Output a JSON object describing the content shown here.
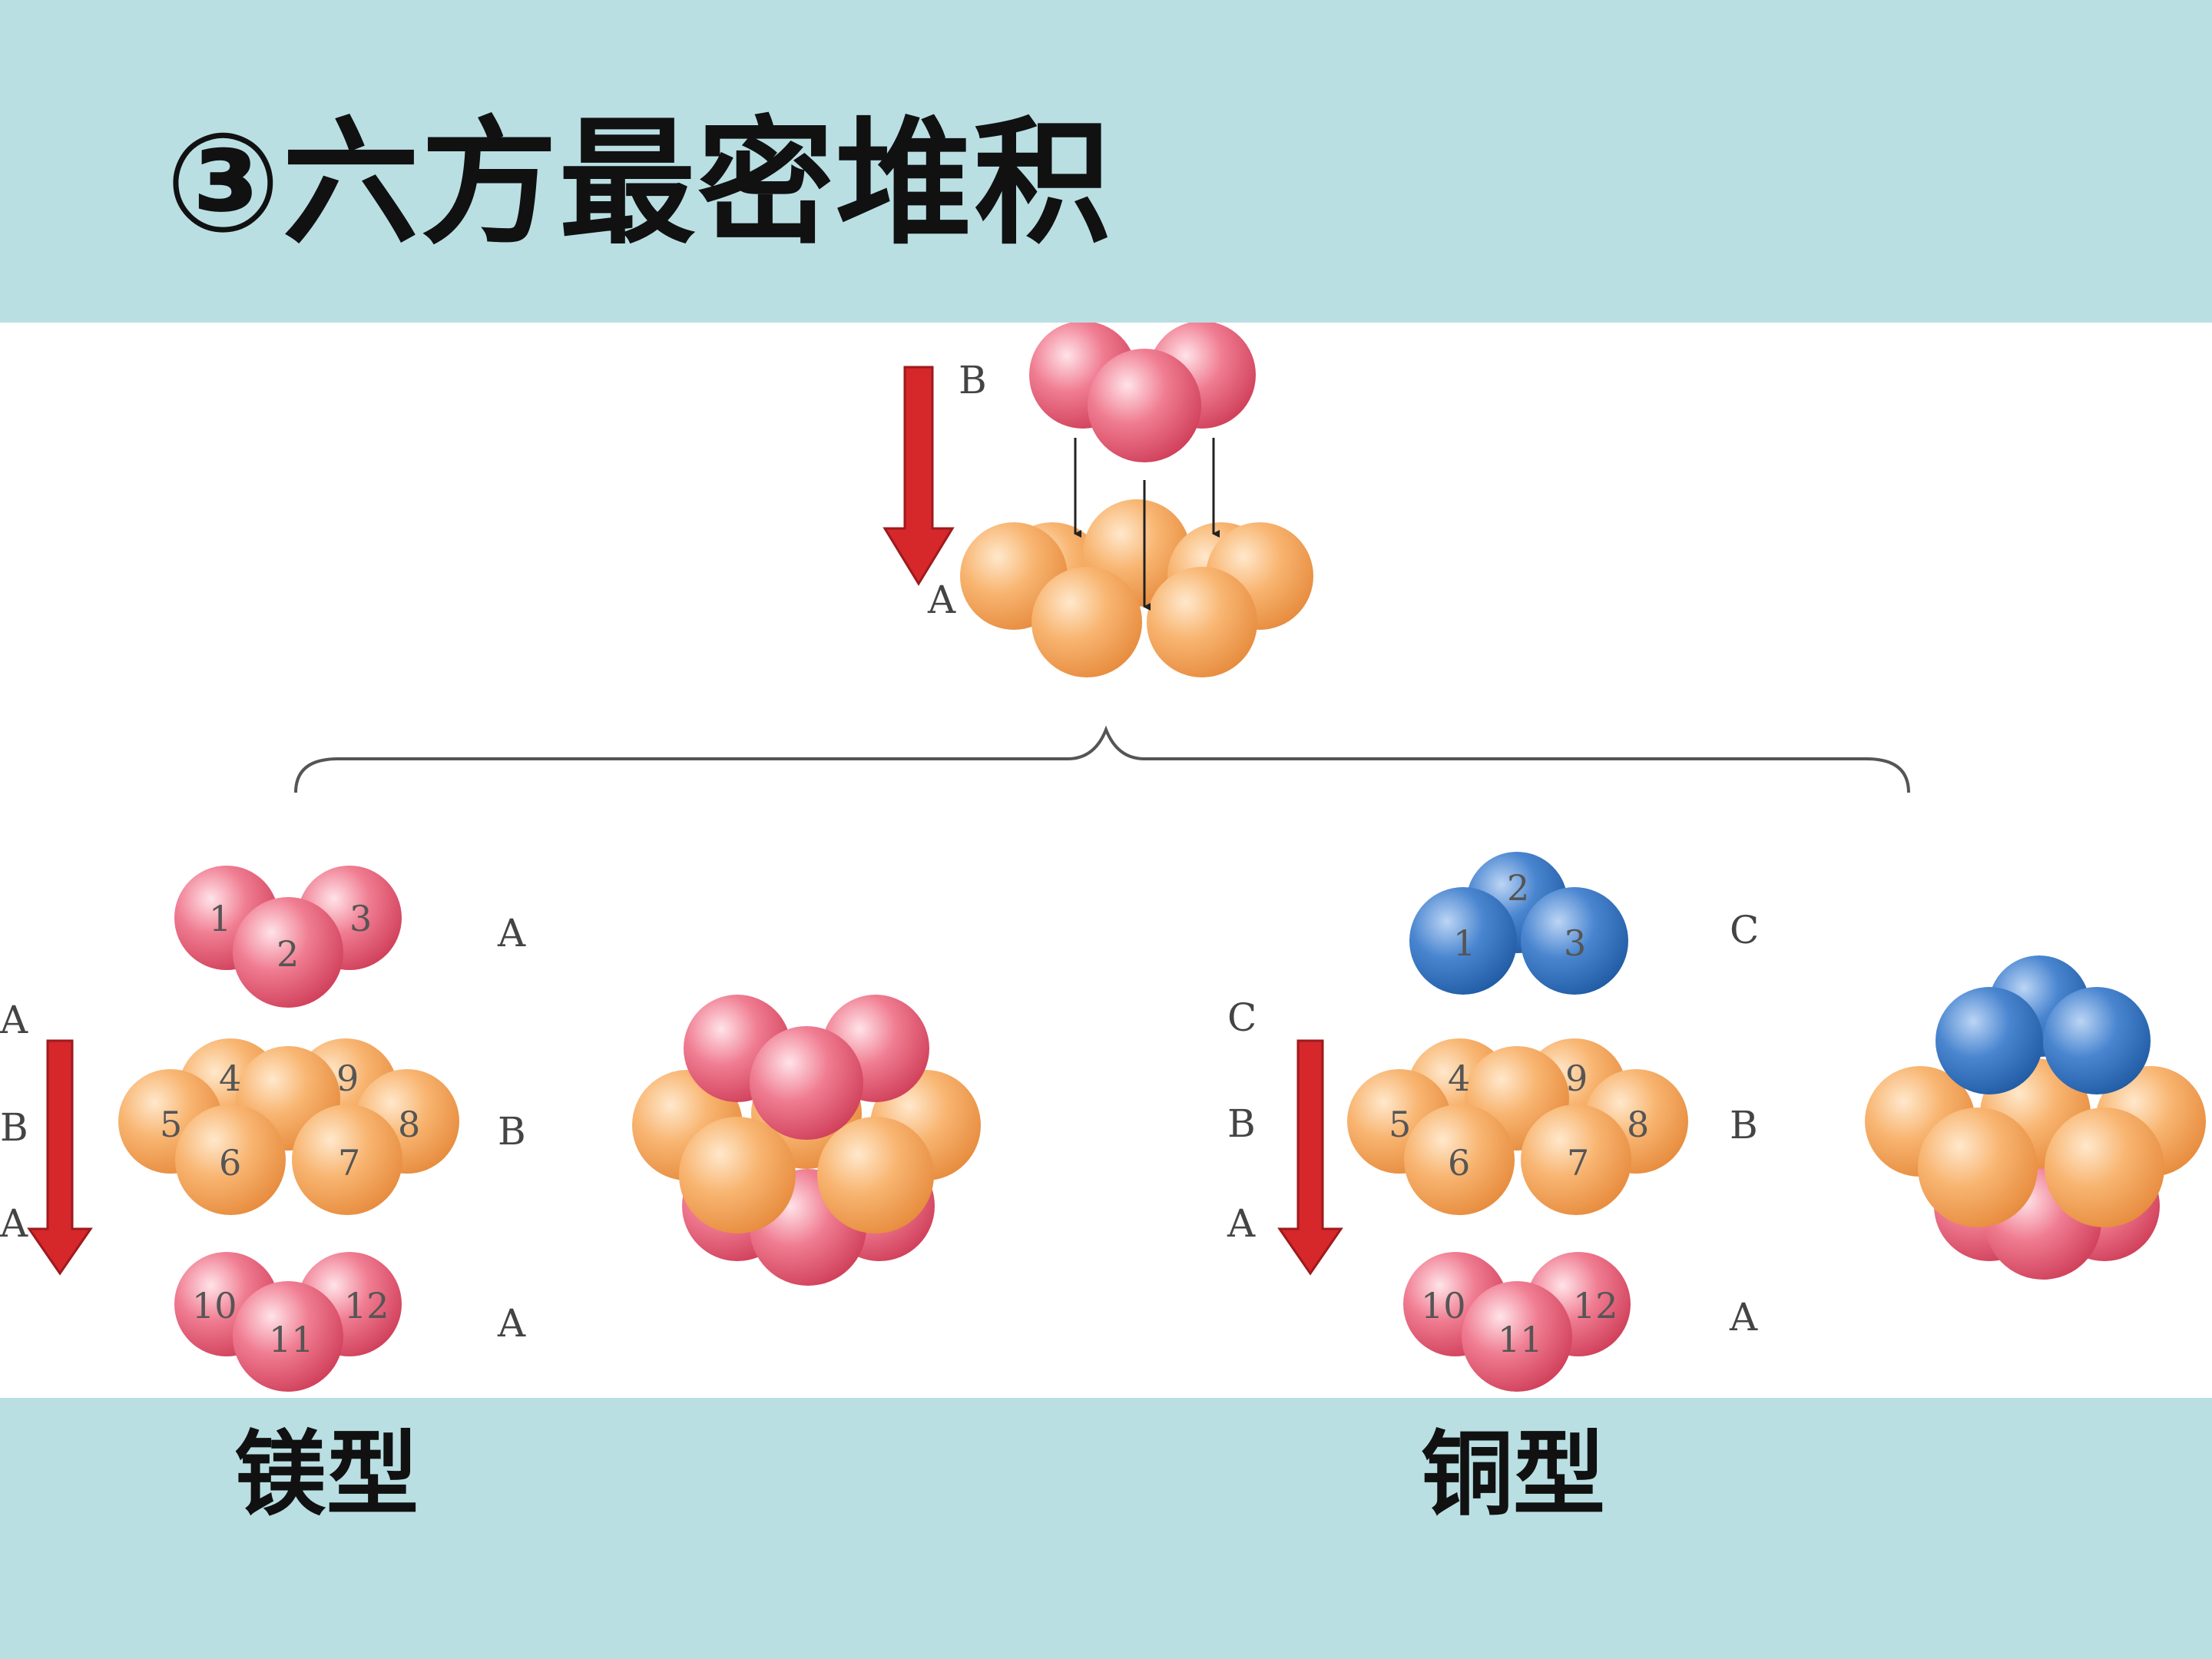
{
  "title": "③六方最密堆积",
  "captions": {
    "left": "镁型",
    "right": "铜型"
  },
  "top_stack": {
    "upper_label": "B",
    "lower_label": "A"
  },
  "mg": {
    "layer_labels": [
      "A",
      "B",
      "A"
    ],
    "arrow_labels": [
      "A",
      "B",
      "A"
    ],
    "top_numbers": [
      "1",
      "2",
      "3"
    ],
    "mid_numbers": [
      "4",
      "9",
      "5",
      "8",
      "6",
      "7"
    ],
    "bottom_numbers": [
      "10",
      "11",
      "12"
    ]
  },
  "cu": {
    "layer_labels": [
      "C",
      "B",
      "A"
    ],
    "arrow_labels": [
      "C",
      "B",
      "A"
    ],
    "top_numbers": [
      "2",
      "1",
      "3"
    ],
    "mid_numbers": [
      "4",
      "9",
      "5",
      "8",
      "6",
      "7"
    ],
    "bottom_numbers": [
      "10",
      "11",
      "12"
    ]
  },
  "colors": {
    "background": "#b9dfe3",
    "panel": "#ffffff",
    "pink_sphere": "#e8566f",
    "orange_sphere": "#f4a45a",
    "blue_sphere": "#2f6db8",
    "arrow": "#d6272b"
  }
}
